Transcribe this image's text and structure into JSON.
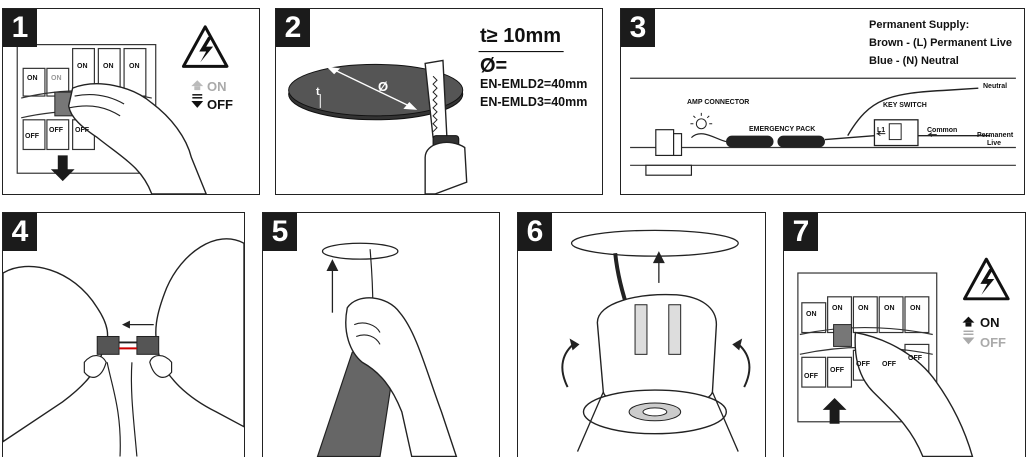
{
  "steps": [
    {
      "number": "1",
      "switch_top": [
        "ON",
        "ON",
        "ON",
        "ON",
        "ON"
      ],
      "switch_bottom": [
        "OFF",
        "OFF",
        "OFF"
      ],
      "legend_on": "ON",
      "legend_off": "OFF"
    },
    {
      "number": "2",
      "thickness_label": "t≥ 10mm",
      "hole_label": "Ø=",
      "model_1": "EN-EMLD2=40mm",
      "model_2": "EN-EMLD3=40mm",
      "diameter_symbol": "Ø",
      "thickness_symbol": "t"
    },
    {
      "number": "3",
      "supply_title": "Permanent Supply:",
      "supply_brown": "Brown - (L) Permanent Live",
      "supply_blue": "Blue - (N) Neutral",
      "amp_connector": "AMP CONNECTOR",
      "emergency_pack": "EMERGENCY PACK",
      "key_switch": "KEY SWITCH",
      "neutral": "Neutral",
      "permanent_live_1": "Permanent",
      "permanent_live_2": "Live",
      "l1": "L1",
      "common": "Common"
    },
    {
      "number": "4"
    },
    {
      "number": "5"
    },
    {
      "number": "6"
    },
    {
      "number": "7",
      "switch_top": [
        "ON",
        "ON",
        "ON",
        "ON",
        "ON"
      ],
      "switch_bottom": [
        "OFF",
        "OFF",
        "OFF",
        "OFF",
        "OFF"
      ],
      "legend_on": "ON",
      "legend_off": "OFF"
    }
  ]
}
